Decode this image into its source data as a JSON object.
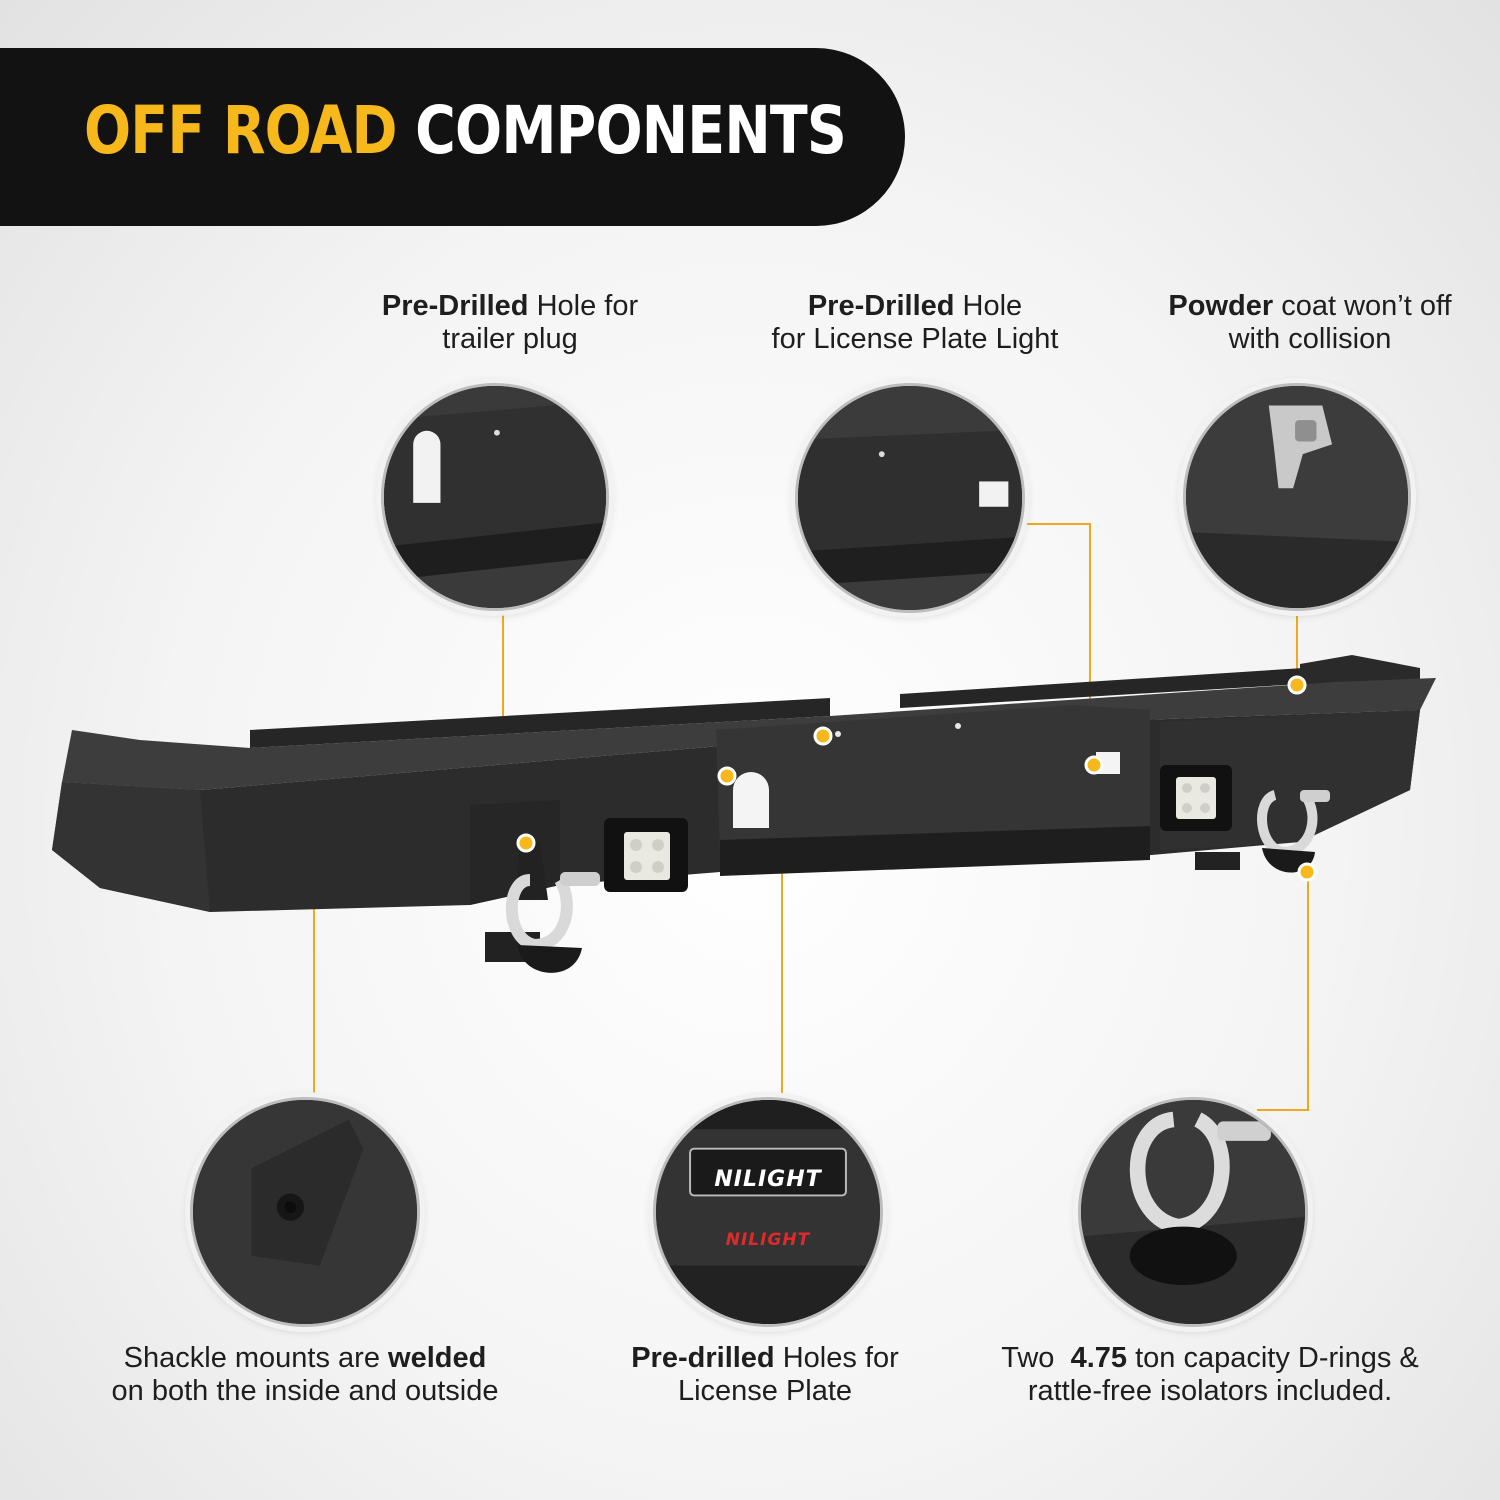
{
  "banner": {
    "title_accent": "OFF ROAD",
    "title_main": "COMPONENTS"
  },
  "colors": {
    "accent": "#f6b81b",
    "banner_bg": "#121212",
    "leader_line": "#f0a91e",
    "steel": "#2e2e2e"
  },
  "callouts": {
    "trailer_plug": {
      "bold": "Pre-Drilled",
      "line1_rest": " Hole for",
      "line2": "trailer plug"
    },
    "plate_light": {
      "bold": "Pre-Drilled",
      "line1_rest": " Hole",
      "line2": "for License Plate Light"
    },
    "powder_coat": {
      "bold": "Powder",
      "line1_rest": " coat won’t off",
      "line2": "with collision"
    },
    "shackle_mounts": {
      "line1_pre": "Shackle mounts are ",
      "bold": "welded",
      "line2": "on both the inside and outside"
    },
    "license_plate": {
      "bold": "Pre-drilled",
      "line1_rest": " Holes for",
      "line2": "License Plate"
    },
    "d_rings": {
      "line1_pre": "Two  ",
      "bold": "4.75",
      "line1_rest": " ton capacity D-rings &",
      "line2": "rattle-free isolators included."
    }
  },
  "logo_text": {
    "plate_white": "NILIGHT",
    "plate_red": "NILIGHT"
  },
  "icons": [
    "trailer-hole-icon",
    "wrench-icon",
    "shackle-icon",
    "work-light-icon"
  ]
}
